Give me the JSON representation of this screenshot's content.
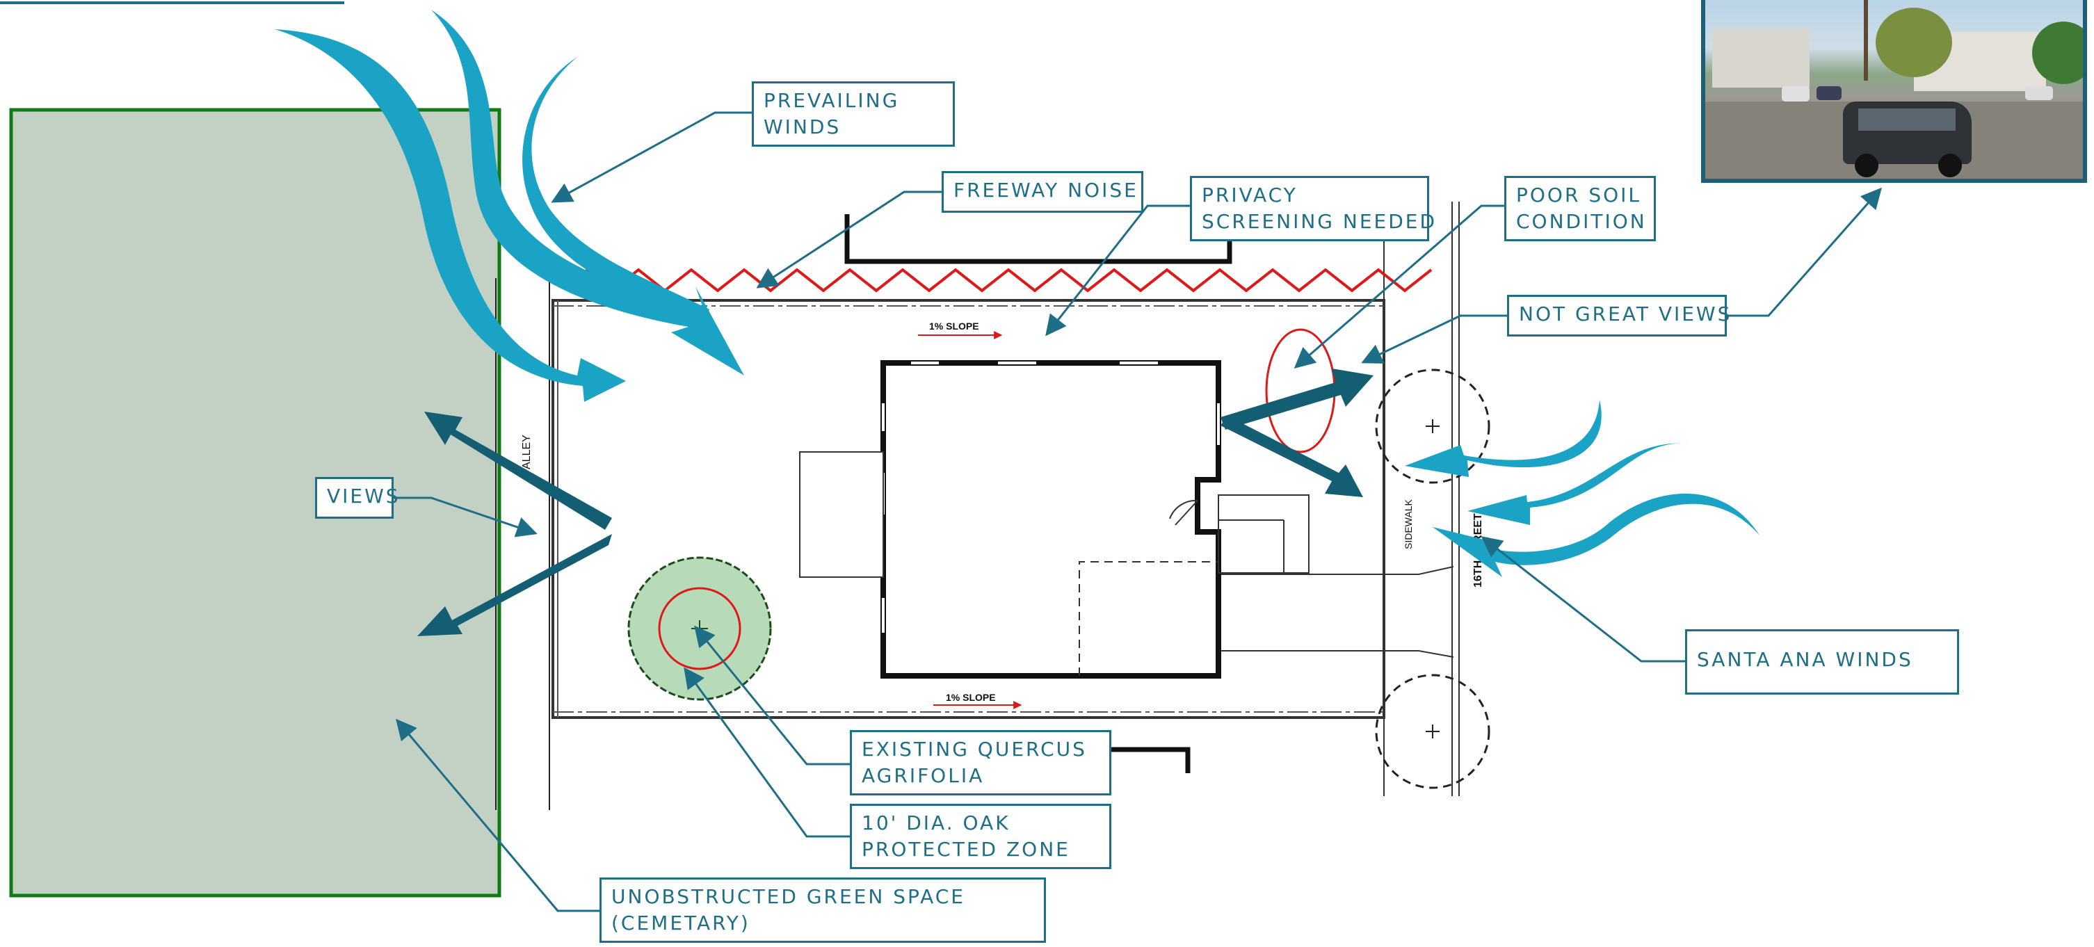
{
  "callouts": {
    "prevailing_winds": [
      "PREVAILING",
      "WINDS"
    ],
    "freeway_noise": [
      "FREEWAY NOISE"
    ],
    "privacy_screening": [
      "PRIVACY",
      "SCREENING NEEDED"
    ],
    "poor_soil": [
      "POOR SOIL",
      "CONDITION"
    ],
    "not_great_views": [
      "NOT GREAT VIEWS"
    ],
    "views": [
      "VIEWS"
    ],
    "santa_ana_winds": [
      "SANTA ANA WINDS"
    ],
    "existing_quercus": [
      "EXISTING  QUERCUS",
      "AGRIFOLIA"
    ],
    "oak_zone": [
      "10' DIA. OAK",
      "PROTECTED ZONE"
    ],
    "green_space": [
      "UNOBSTRUCTED GREEN SPACE",
      "(CEMETARY)"
    ]
  },
  "site_labels": {
    "slope_top": "1% SLOPE",
    "slope_bottom": "1% SLOPE",
    "alley": "ALLEY",
    "sidewalk": "SIDEWALK",
    "street": "16TH STREET"
  },
  "colors": {
    "callout_teal": "#1d6e86",
    "wind_light_blue": "#1aa3c4",
    "view_arrow_dark": "#145e74",
    "green_space": "#c3d0c4",
    "green_space_border": "#127a14",
    "noise_red": "#e01818",
    "tree_green": "#b7dbb8"
  },
  "photo": {
    "description_icon": "street-view-photo"
  }
}
